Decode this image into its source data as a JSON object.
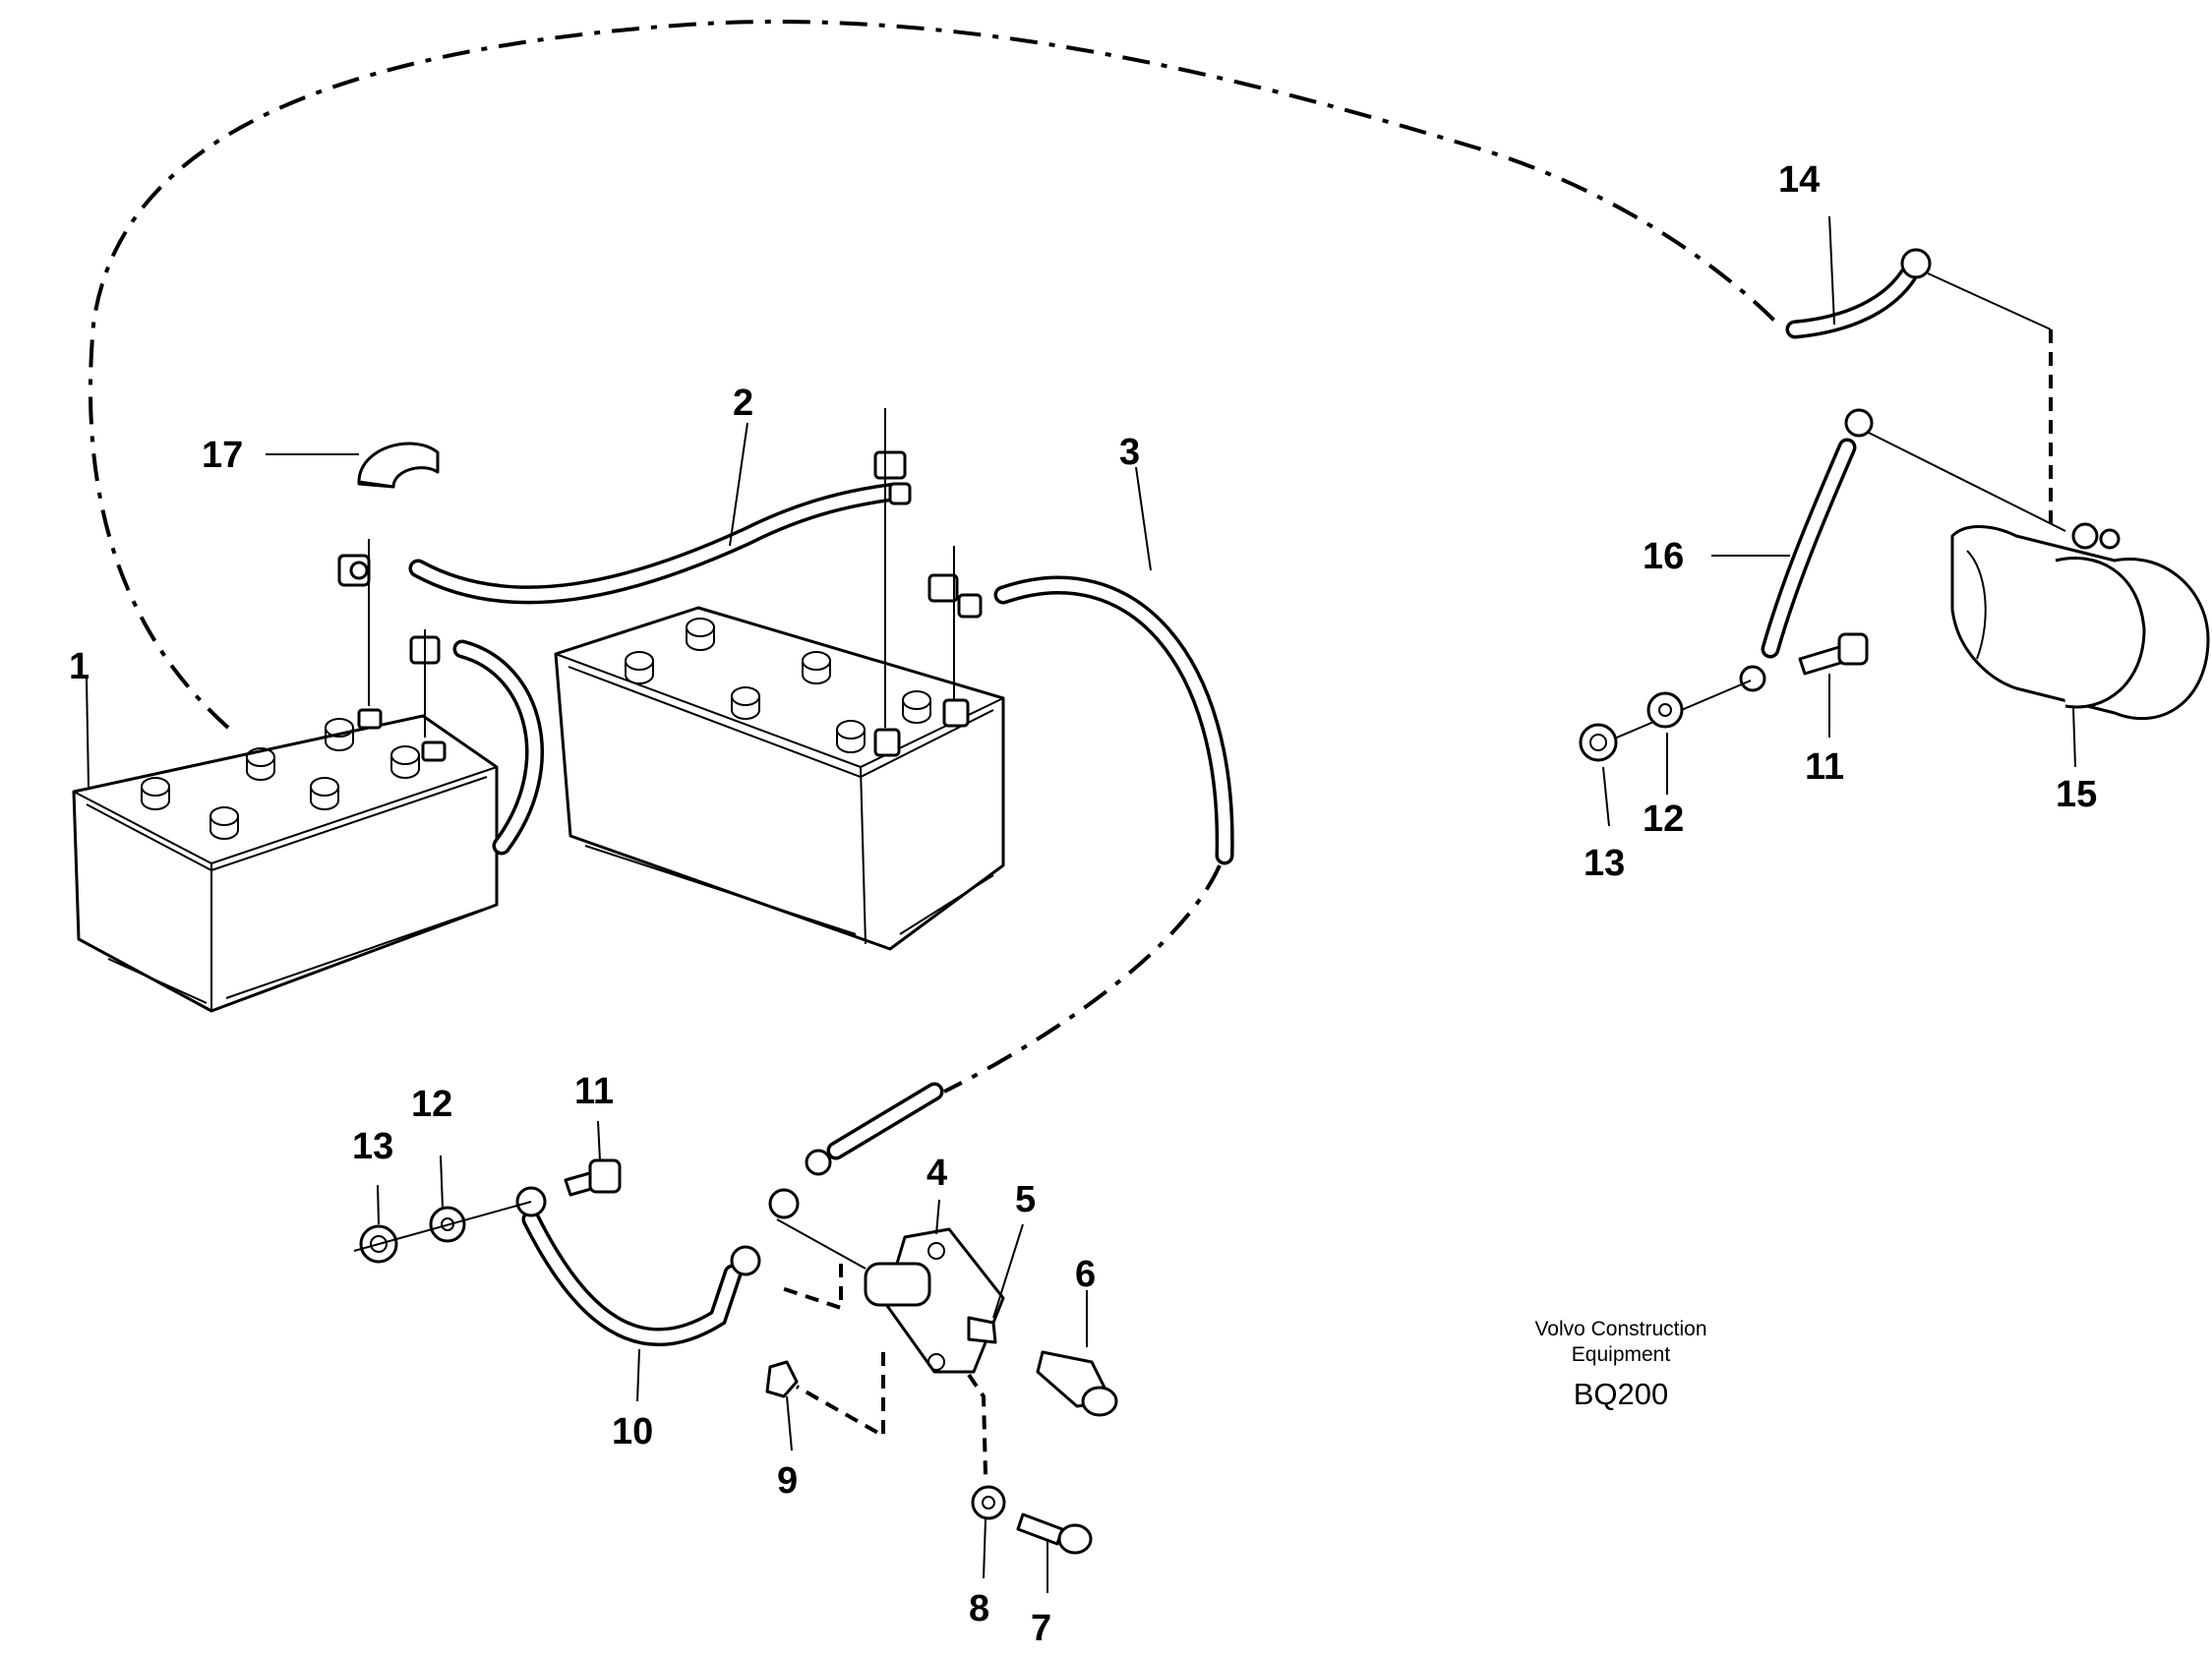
{
  "brand": {
    "line1": "Volvo Construction",
    "line2": "Equipment",
    "code": "BQ200"
  },
  "callouts": {
    "c1": "1",
    "c2": "2",
    "c3": "3",
    "c4": "4",
    "c5": "5",
    "c6": "6",
    "c7": "7",
    "c8": "8",
    "c9": "9",
    "c10": "10",
    "c11a": "11",
    "c12a": "12",
    "c13a": "13",
    "c11b": "11",
    "c12b": "12",
    "c13b": "13",
    "c14": "14",
    "c15": "15",
    "c16": "16",
    "c17": "17"
  }
}
